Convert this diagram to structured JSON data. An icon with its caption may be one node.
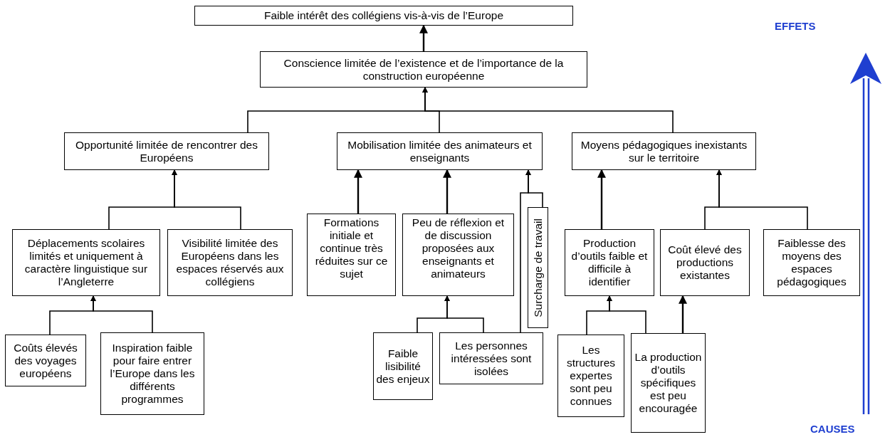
{
  "diagram": {
    "nodes": [
      {
        "text": [
          "Faible intérêt des collégiens vis-à-vis de l’Europe"
        ]
      },
      {
        "text": [
          "Conscience limitée de l’existence et de l’importance de la construction européenne"
        ]
      },
      {
        "text": [
          "Opportunité limitée de rencontrer des Européens"
        ]
      },
      {
        "text": [
          "Mobilisation limitée des animateurs et enseignants"
        ]
      },
      {
        "text": [
          "Moyens pédagogiques inexistants sur le territoire"
        ]
      },
      {
        "text": [
          "Déplacements scolaires limités et uniquement à caractère linguistique sur l’Angleterre"
        ]
      },
      {
        "text": [
          "Visibilité limitée des Européens dans les espaces réservés aux collégiens"
        ]
      },
      {
        "text": [
          "Formations initiale et continue très réduites sur ce sujet"
        ]
      },
      {
        "text": [
          "Peu de réflexion et de discussion proposées aux enseignants et animateurs"
        ]
      },
      {
        "text": [
          "Surcharge de travail"
        ]
      },
      {
        "text": [
          "Production d’outils faible et difficile à identifier"
        ]
      },
      {
        "text": [
          "Coût élevé des productions existantes"
        ]
      },
      {
        "text": [
          "Faiblesse des moyens des espaces pédagogiques"
        ]
      },
      {
        "text": [
          "Coûts élevés des voyages européens"
        ]
      },
      {
        "text": [
          "Inspiration faible pour faire entrer l’Europe dans les différents programmes"
        ]
      },
      {
        "text": [
          "Faible lisibilité des enjeux"
        ]
      },
      {
        "text": [
          "Les personnes intéressées sont isolées"
        ]
      },
      {
        "text": [
          "Les structures expertes sont peu connues"
        ]
      },
      {
        "text": [
          "La production d’outils spécifiques est peu encouragée"
        ]
      }
    ],
    "edges": [
      {
        "from": 1,
        "to": 0,
        "arrow": "to"
      },
      {
        "from": 2,
        "to": 1,
        "arrow": "to"
      },
      {
        "from": 3,
        "to": 1,
        "arrow": "to"
      },
      {
        "from": 4,
        "to": 1,
        "arrow": "to"
      },
      {
        "from": 5,
        "to": 2,
        "arrow": "to"
      },
      {
        "from": 6,
        "to": 2,
        "arrow": "to"
      },
      {
        "from": 7,
        "to": 3,
        "arrow": "to"
      },
      {
        "from": 8,
        "to": 3,
        "arrow": "to"
      },
      {
        "from": 16,
        "to": 3,
        "arrow": "to"
      },
      {
        "from": 9,
        "to": 3,
        "arrow": "to"
      },
      {
        "from": 10,
        "to": 4,
        "arrow": "to"
      },
      {
        "from": 11,
        "to": 4,
        "arrow": "to"
      },
      {
        "from": 12,
        "to": 4,
        "arrow": "to"
      },
      {
        "from": 13,
        "to": 5,
        "arrow": "to"
      },
      {
        "from": 14,
        "to": 5,
        "arrow": "to"
      },
      {
        "from": 15,
        "to": 8,
        "arrow": "to"
      },
      {
        "from": 16,
        "to": 8,
        "arrow": "to"
      },
      {
        "from": 17,
        "to": 10,
        "arrow": "to"
      },
      {
        "from": 18,
        "to": 10,
        "arrow": "to"
      },
      {
        "from": 18,
        "to": 11,
        "arrow": "to"
      }
    ],
    "labels": [
      "EFFETS",
      "CAUSES"
    ]
  }
}
